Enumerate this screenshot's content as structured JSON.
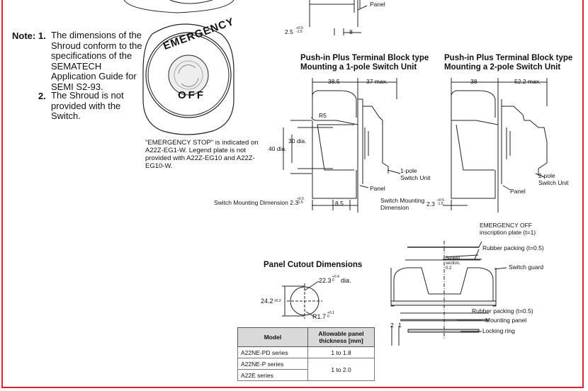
{
  "note": {
    "label": "Note:",
    "items": [
      {
        "num": "1.",
        "text": "The dimensions of the Shroud conform to the specifications of the SEMATECH Application Guide for SEMI S2-93."
      },
      {
        "num": "2.",
        "text": "The Shroud is not provided with the Switch."
      }
    ]
  },
  "emergency_plate": {
    "top_text": "EMERGENCY",
    "bottom_text": "OFF",
    "caption": "\"EMERGENCY STOP\" is indicated on A22Z-EG1-W. Legend plate is not provided with A22Z-EG10 and A22Z-EG10-W."
  },
  "top_partial": {
    "panel": "Panel",
    "dim_a": "2.5",
    "dim_a_tol": "+0.5 -1.5",
    "dim_b": "8"
  },
  "one_pole": {
    "title_line1": "Push-in Plus Terminal Block type",
    "title_line2": "Mounting a 1-pole Switch Unit",
    "d_left": "38.5",
    "d_right": "37 max.",
    "r5": "R5",
    "dia30": "30 dia.",
    "dia40": "40 dia.",
    "unit_line1": "1-pole",
    "unit_line2": "Switch Unit",
    "panel": "Panel",
    "smd_label": "Switch Mounting Dimension 2.3",
    "tol": "+0.5 -1.5",
    "d85": "8.5"
  },
  "two_pole": {
    "title_line1": "Push-in Plus Terminal Block  type",
    "title_line2": "Mounting a 2-pole Switch Unit",
    "d_left": "38",
    "d_right": "52.2 max.",
    "unit_line1": "2-pole",
    "unit_line2": "Switch Unit",
    "panel": "Panel",
    "smd_line1": "Switch Mounting",
    "smd_line2": "Dimension",
    "smd_val": "2.3",
    "tol": "+0.5 -1.5"
  },
  "cutout": {
    "title": "Panel Cutout Dimensions",
    "dia": "22.3",
    "dia_tol": "+0.4 0",
    "dia_suffix": "dia.",
    "h": "24.2",
    "h_tol": "±0.2",
    "r": "R1.7",
    "r_tol": "+0.1 0"
  },
  "table": {
    "headers": [
      "Model",
      "Allowable panel thickness [mm]"
    ],
    "rows": [
      {
        "model": "A22NE-PD series",
        "thickness": "1 to 1.8"
      },
      {
        "model": "A22NE-P series",
        "thickness": "1 to 2.0"
      },
      {
        "model": "A22E series",
        "thickness": ""
      }
    ]
  },
  "assembly": {
    "l1a": "EMERGENCY OFF",
    "l1b": "inscription plate (t=1)",
    "l2": "Rubber packing (t=0.5)",
    "l3a": "Sunken",
    "l3b": "section,",
    "l3c": "0.2",
    "l4": "Switch guard",
    "l5": "Rubber packing (t=0.5)",
    "l6": "Mounting panel",
    "l7": "Locking ring",
    "d2": "2",
    "d1": "1"
  }
}
